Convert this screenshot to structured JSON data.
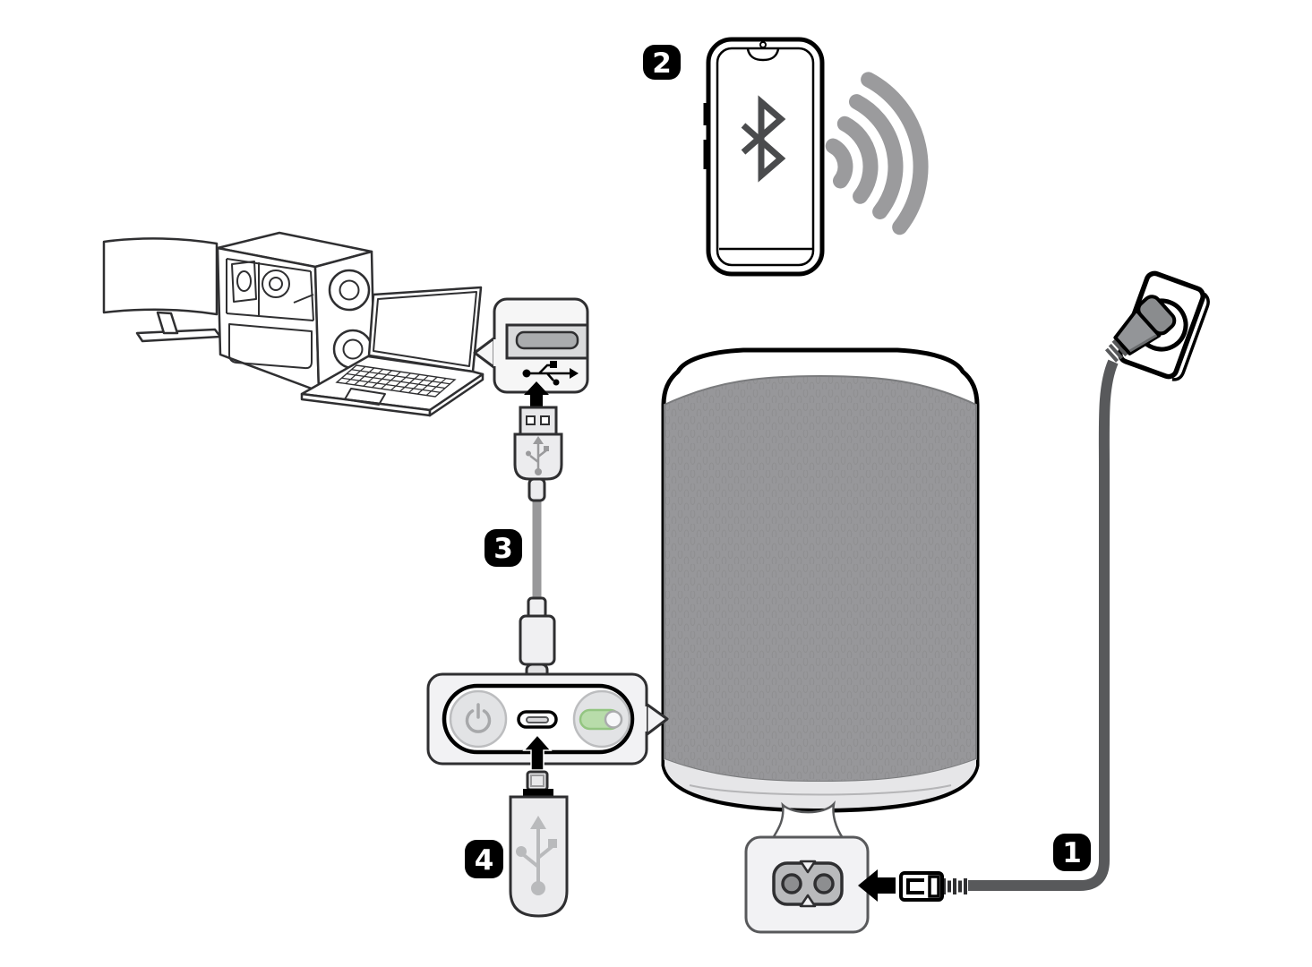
{
  "diagram": {
    "steps": {
      "power_cable": {
        "label": "1",
        "icon": "power-cord-icon"
      },
      "bluetooth_pairing": {
        "label": "2",
        "icon": "bluetooth-icon"
      },
      "usb_host_cable": {
        "label": "3",
        "icon": "usb-cable-icon"
      },
      "usb_flash_drive": {
        "label": "4",
        "icon": "usb-drive-icon"
      }
    },
    "icons": {
      "bluetooth": "bluetooth-icon",
      "wireless_waves": "wireless-waves-icon",
      "usb_trident": "usb-icon",
      "power_button": "power-icon",
      "battery_indicator": "battery-level-icon",
      "arrow_up": "arrow-up-icon",
      "arrow_down": "arrow-down-icon",
      "arrow_left": "arrow-left-icon"
    },
    "colors": {
      "badge_bg": "#000000",
      "badge_text": "#ffffff",
      "line_art": "#2f2f31",
      "power_cable": "#58595b",
      "usb_cable": "#98989a",
      "speaker_fabric": "#97979a",
      "speaker_base": "#e6e6e8",
      "panel_fill": "#f2f2f4",
      "button_fill": "#e2e3e5",
      "battery_green": "#b8dcaa",
      "battery_green_border": "#93c581",
      "wave_gray": "#9b9b9d",
      "bluetooth_gray": "#4a4b4d"
    }
  }
}
